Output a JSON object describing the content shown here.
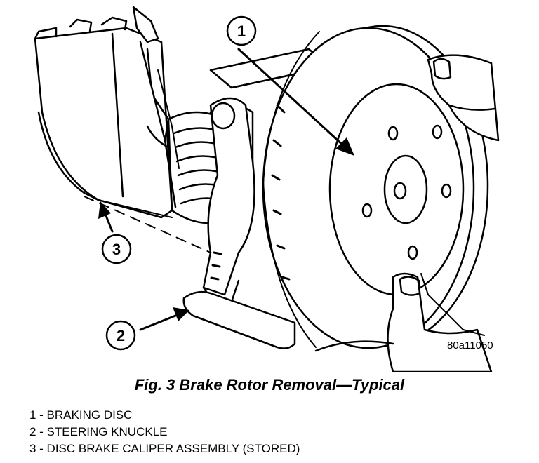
{
  "callouts": {
    "c1": "1",
    "c2": "2",
    "c3": "3"
  },
  "figure_code": "80a11050",
  "caption": "Fig. 3 Brake Rotor Removal—Typical",
  "legend": [
    "1 - BRAKING DISC",
    "2 - STEERING KNUCKLE",
    "3 - DISC BRAKE CALIPER ASSEMBLY (STORED)"
  ]
}
